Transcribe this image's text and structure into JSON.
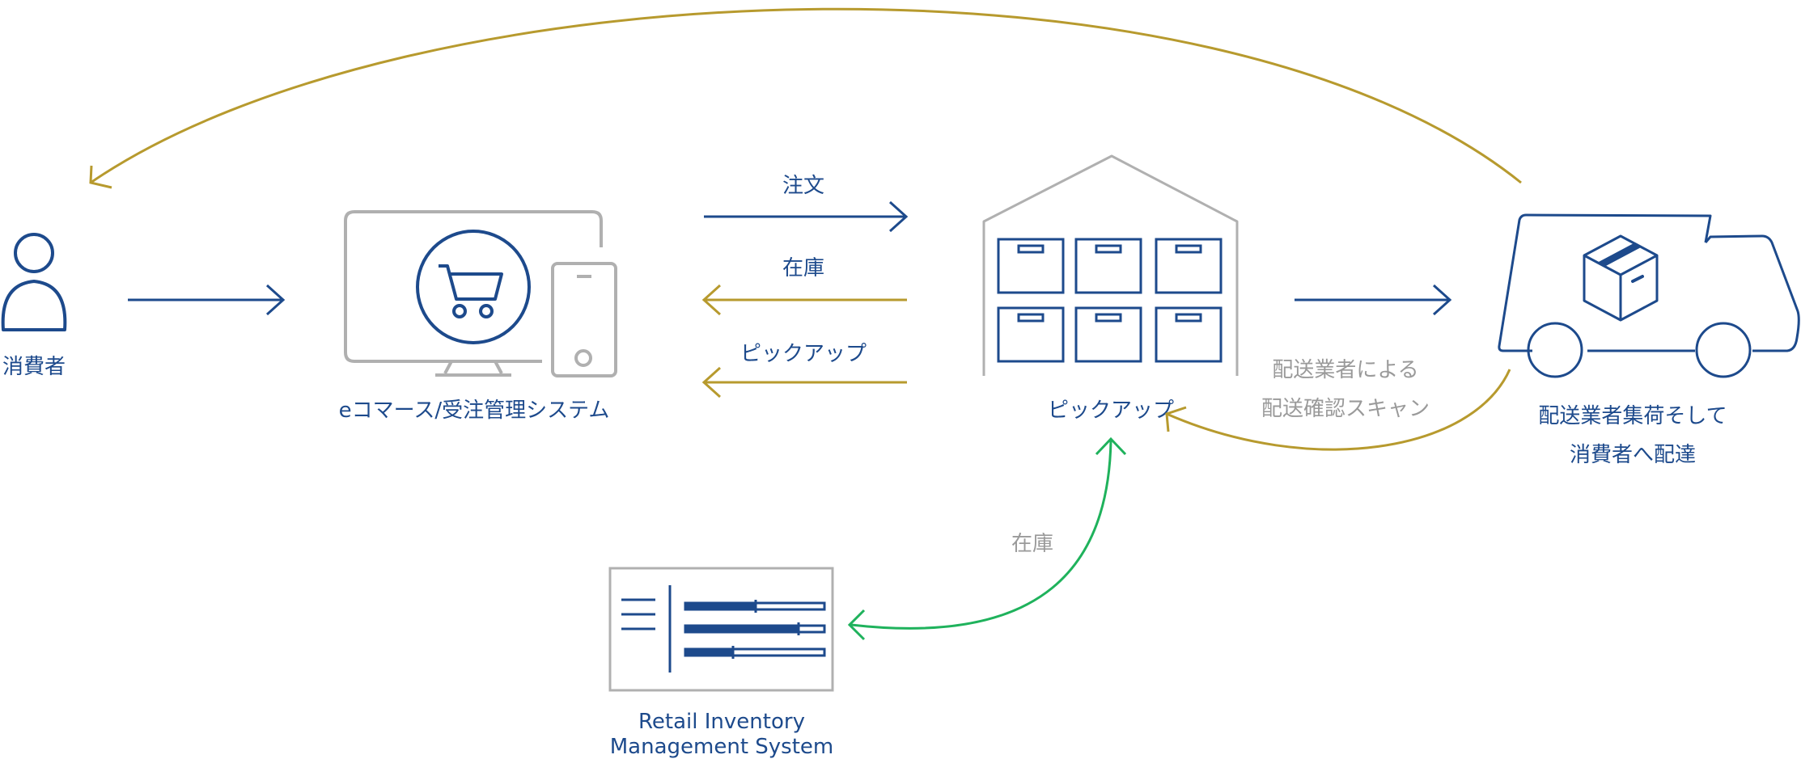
{
  "colors": {
    "blue": "#1d4a8c",
    "gold": "#b79a2e",
    "green": "#1fb25c",
    "gray": "#b0b0b0",
    "gray_text": "#9a9a9a"
  },
  "nodes": {
    "consumer": {
      "label": "消費者",
      "icon": "person-icon"
    },
    "ecommerce": {
      "label": "eコマース/受注管理システム",
      "icon": "shopping-cart-icon"
    },
    "warehouse": {
      "label": "ピックアップ",
      "icon": "warehouse-icon"
    },
    "carrier": {
      "label_line1": "配送業者集荷そして",
      "label_line2": "消費者へ配達",
      "icon": "delivery-truck-icon"
    },
    "rims": {
      "label_line1": "Retail Inventory",
      "label_line2": "Management System",
      "icon": "inventory-bars-icon"
    }
  },
  "flows": {
    "order": "注文",
    "stock": "在庫",
    "pickup": "ピックアップ",
    "scan_line1": "配送業者による",
    "scan_line2": "配送確認スキャン",
    "rims_stock": "在庫"
  }
}
